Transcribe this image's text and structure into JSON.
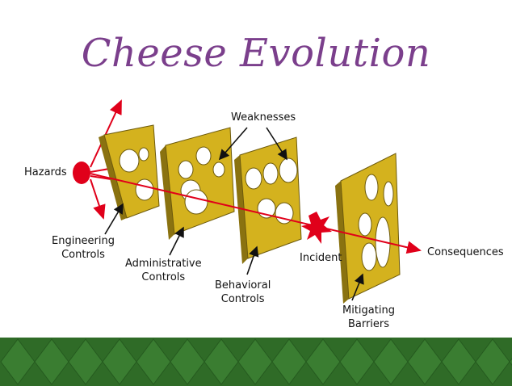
{
  "slide": {
    "title": "Cheese Evolution"
  },
  "labels": {
    "hazards": "Hazards",
    "weaknesses": "Weaknesses",
    "engineering_line1": "Engineering",
    "engineering_line2": "Controls",
    "administrative_line1": "Administrative",
    "administrative_line2": "Controls",
    "behavioral_line1": "Behavioral",
    "behavioral_line2": "Controls",
    "incident": "Incident",
    "mitigating_line1": "Mitigating",
    "mitigating_line2": "Barriers",
    "consequences": "Consequences"
  },
  "colors": {
    "title": "#7b3f8c",
    "cheese": "#d4b21e",
    "hazard": "#e0001a",
    "banner": "#2f6b27"
  }
}
